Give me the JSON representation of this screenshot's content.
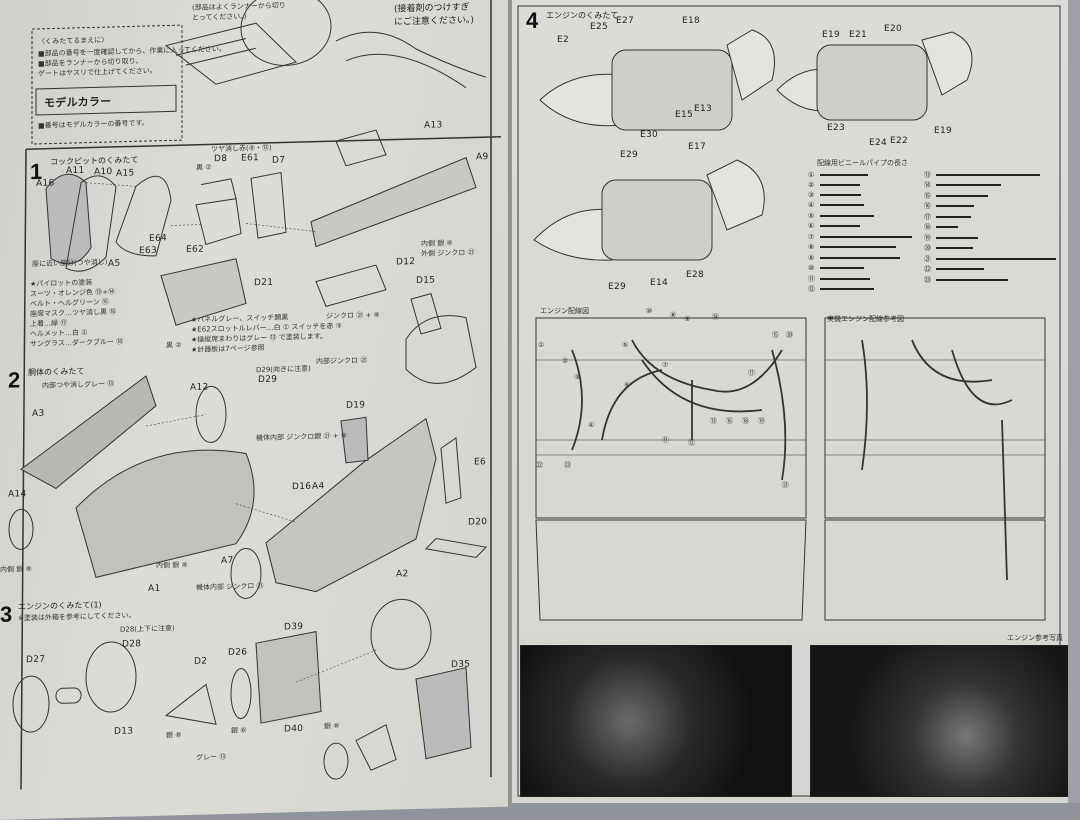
{
  "left_page": {
    "notes_box": {
      "title": "〈くみたてるまえに〉",
      "lines": [
        "■部品の番号を一度確認してから、作業に入ってください。",
        "■部品をランナーから切り取り、",
        "ゲートはヤスリで仕上げてください。"
      ]
    },
    "top_notes": [
      "(部品はよくランナーから切り",
      "とってください。)",
      "(接着剤のつけすぎ",
      "にご注意ください。)"
    ],
    "brand": {
      "name": "モデルカラー",
      "note": "■番号はモデルカラーの番号です。"
    },
    "step1": {
      "num": "1",
      "title": "コックピットのくみたて",
      "paint_notes": [
        "★パイロットの塗装",
        "スーツ・オレンジ色 ⑬+⑭",
        "ベルト・ヘルグリーン ⑮",
        "座席マスク…ツヤ消し黒 ⑯",
        "上着…緑 ⑰",
        "ヘルメット…白 ①",
        "サングラス…ダークブルー ⑱"
      ],
      "figure_note": "座に近い部分(つや消し)",
      "seat_note": "ツヤ消し赤(⑧・⑬)",
      "notes": [
        "★パネルグレー、スイッチ類黒",
        "★E62スロットルレバー…白 ① スイッチを赤 ③",
        "★操縦席まわりはグレー ⑬ で塗装します。",
        "★計器板は7ページ参照"
      ],
      "misc": [
        "黒 ②",
        "黒 ②",
        "内側 銀 ⑧",
        "外側 ジンクロ ㉑",
        "内部ジンクロ ㉑",
        "ジンクロ ㉑ + ⑧"
      ]
    },
    "step2": {
      "num": "2",
      "title": "胴体のくみたて",
      "notes": [
        "内部つや消しグレー ⑬",
        "D29(向きに注意)",
        "機体内部 ジンクロ銀 ㉑ + ⑧",
        "内側 銀 ⑧",
        "内側 銀 ⑧",
        "機体内部 ジンクロ ㉑"
      ]
    },
    "step3": {
      "num": "3",
      "title": "エンジンのくみたて(1)",
      "subtitle": "※塗装は外箱を参考にしてください。",
      "notes": [
        "D28(上下に注意)",
        "銀 ⑧",
        "銀 ⑧",
        "グレー ⑬",
        "銀 ⑧"
      ]
    },
    "part_labels": [
      "A11",
      "A10",
      "A16",
      "A15",
      "D8",
      "E61",
      "D7",
      "A13",
      "A9",
      "E64",
      "E63",
      "E62",
      "A5",
      "D21",
      "D12",
      "D15",
      "A12",
      "D29",
      "D19",
      "A3",
      "A14",
      "D16",
      "A4",
      "E6",
      "D20",
      "A7",
      "A1",
      "A2",
      "D27",
      "D13",
      "D28",
      "D2",
      "D26",
      "D39",
      "D40",
      "D35"
    ]
  },
  "right_page": {
    "step4": {
      "num": "4",
      "title": "エンジンのくみたて"
    },
    "part_labels": [
      "E2",
      "E25",
      "E27",
      "E18",
      "E13",
      "E15",
      "E30",
      "E17",
      "E29",
      "E28",
      "E14",
      "E29",
      "E19",
      "E21",
      "E20",
      "E23",
      "E24",
      "E22",
      "E19"
    ],
    "pipe_list": {
      "title": "配線用ビニールパイプの長さ",
      "items": [
        "①",
        "②",
        "③",
        "④",
        "⑤",
        "⑥",
        "⑦",
        "⑧",
        "⑨",
        "⑩",
        "⑪",
        "⑫",
        "⑬",
        "⑭",
        "⑮",
        "⑯",
        "⑰",
        "⑱",
        "⑲",
        "⑳",
        "㉑",
        "㉒",
        "㉓"
      ]
    },
    "wiring_title": "エンジン配線図",
    "wiring_callouts": [
      "⑩",
      "⑧",
      "⑨",
      "⑭",
      "⑮",
      "⑳",
      "①",
      "②",
      "③",
      "④",
      "⑤",
      "⑥",
      "⑦",
      "⑪",
      "⑫",
      "⑬",
      "⑯",
      "⑰",
      "⑱",
      "⑲",
      "㉑",
      "㉒",
      "㉓"
    ],
    "real_wiring_title": "実機エンジン配線参考図",
    "photo_caption": "エンジン参考写真"
  },
  "colors": {
    "paper": "#dcdcd6",
    "ink": "#222222",
    "photo": "#1a1a1a",
    "background": "#8f949c"
  }
}
